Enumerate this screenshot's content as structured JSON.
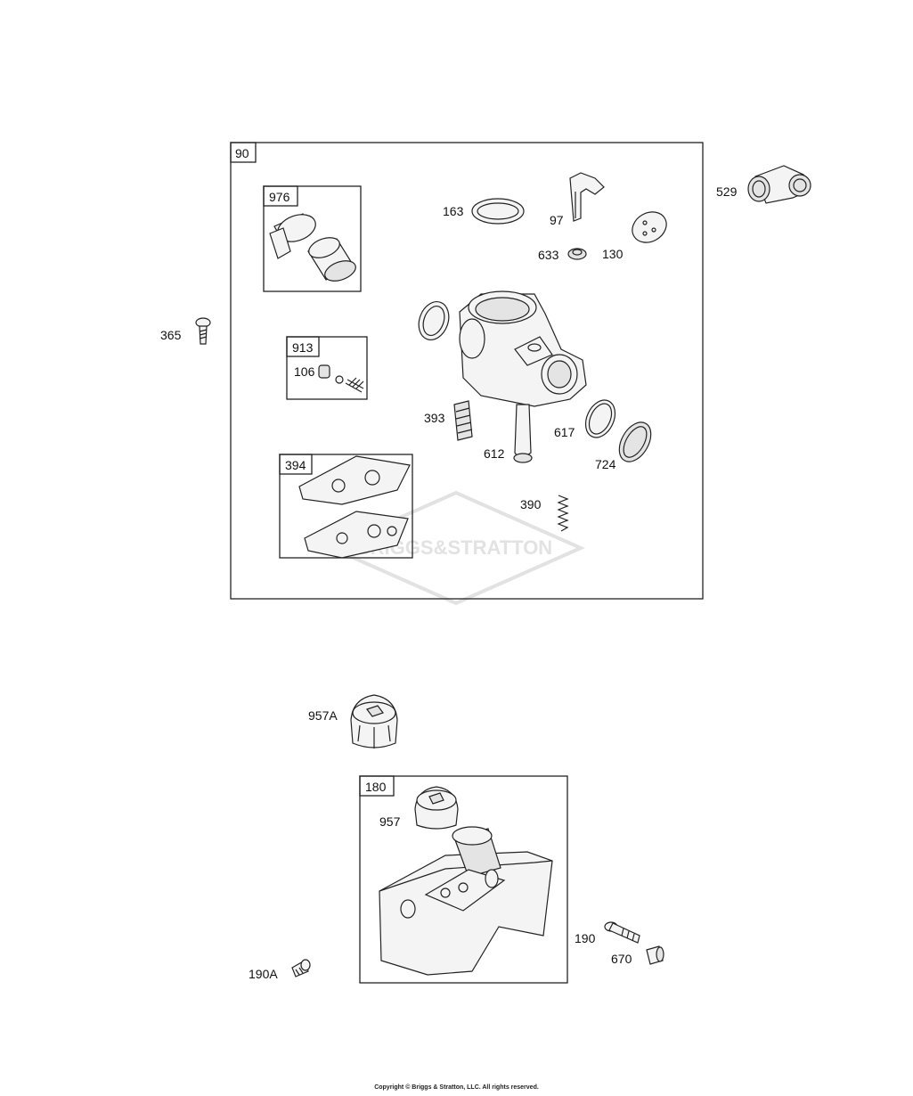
{
  "watermark": "BRIGGS&STRATTON",
  "copyright": "Copyright © Briggs & Stratton, LLC. All rights reserved.",
  "groups": {
    "carburetor": "90",
    "air_cleaner": "976",
    "needle_kit": "913",
    "gasket_set": "394",
    "fuel_tank": "180"
  },
  "parts": {
    "p529": "529",
    "p163": "163",
    "p97": "97",
    "p633": "633",
    "p130": "130",
    "p365": "365",
    "p106": "106",
    "p393": "393",
    "p617": "617",
    "p612": "612",
    "p724": "724",
    "p390": "390",
    "p957A": "957A",
    "p957": "957",
    "p190": "190",
    "p670": "670",
    "p190A": "190A"
  }
}
